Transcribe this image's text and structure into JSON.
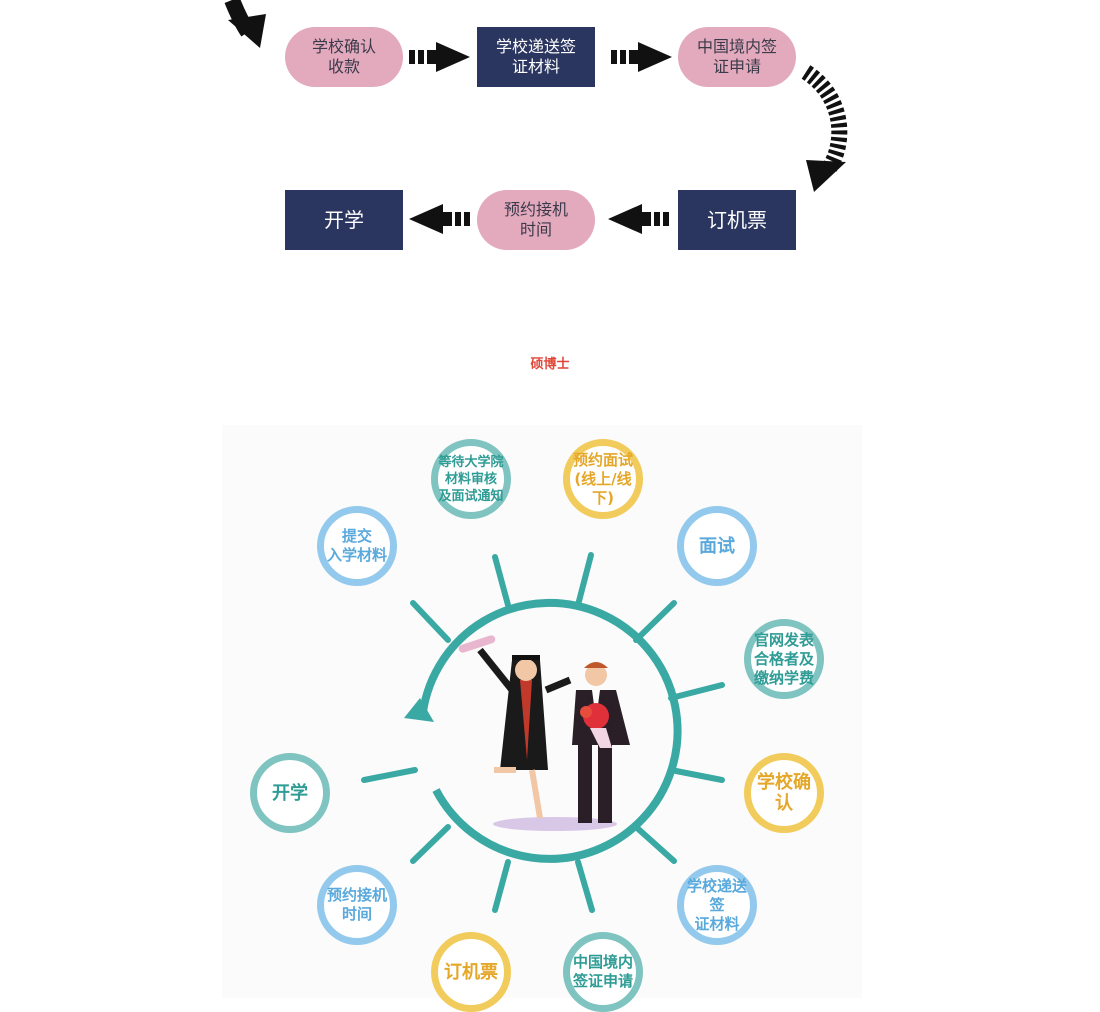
{
  "flow": {
    "top_row": [
      {
        "text": "学校确认\n收款",
        "style": "pill"
      },
      {
        "text": "学校递送签\n证材料",
        "style": "box"
      },
      {
        "text": "中国境内签\n证申请",
        "style": "pill"
      }
    ],
    "bottom_row": [
      {
        "text": "开学",
        "style": "box"
      },
      {
        "text": "预约接机\n时间",
        "style": "pill"
      },
      {
        "text": "订机票",
        "style": "box"
      }
    ]
  },
  "watermark": "硕博士",
  "cycle": {
    "steps": [
      {
        "text": "等待大学院\n材料审核\n及面试通知",
        "color": "teal"
      },
      {
        "text": "预约面试\n(线上/线下)",
        "color": "yellow"
      },
      {
        "text": "面试",
        "color": "blue"
      },
      {
        "text": "官网发表\n合格者及\n缴纳学费",
        "color": "teal"
      },
      {
        "text": "学校确认",
        "color": "yellow"
      },
      {
        "text": "学校递送签\n证材料",
        "color": "blue"
      },
      {
        "text": "中国境内\n签证申请",
        "color": "teal"
      },
      {
        "text": "订机票",
        "color": "yellow"
      },
      {
        "text": "预约接机\n时间",
        "color": "blue"
      },
      {
        "text": "开学",
        "color": "teal"
      },
      {
        "text": "提交\n入学材料",
        "color": "blue"
      }
    ]
  },
  "colors": {
    "pill": "#e3a9bd",
    "box": "#2b3660",
    "ring": "#3aa9a3",
    "arrow": "#111111"
  }
}
